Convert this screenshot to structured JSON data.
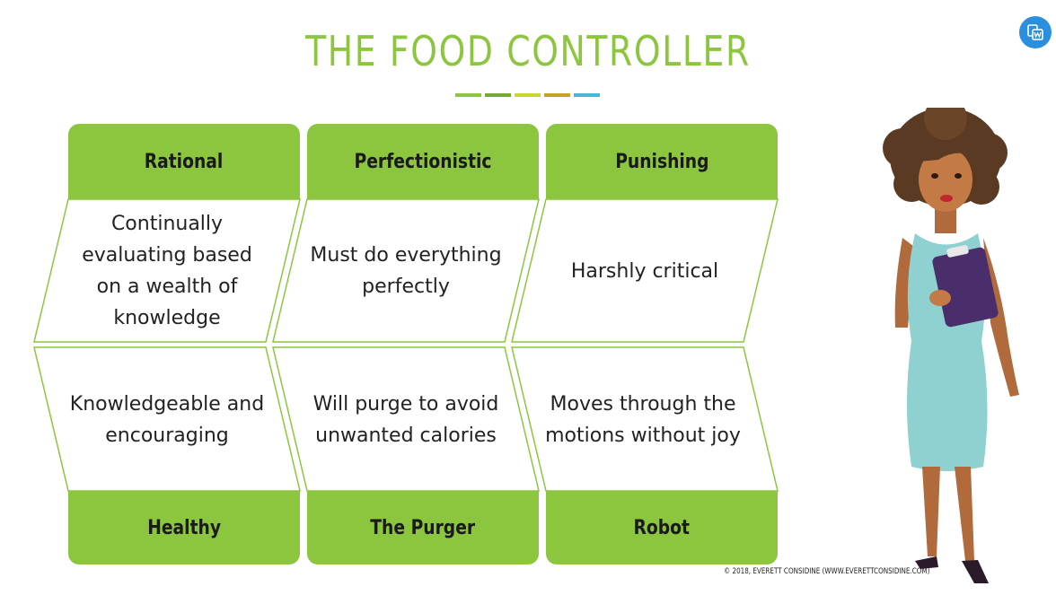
{
  "title": "THE FOOD CONTROLLER",
  "dash_colors": [
    "#8cc63f",
    "#77a83a",
    "#c9d92c",
    "#c7a325",
    "#48b7d6"
  ],
  "columns": [
    {
      "header": "Rational",
      "top_text": "Continually evaluating based on a wealth of knowledge",
      "bottom_text": "Knowledgeable and encouraging",
      "footer": "Healthy"
    },
    {
      "header": "Perfectionistic",
      "top_text": "Must do everything perfectly",
      "bottom_text": "Will purge to avoid unwanted calories",
      "footer": "The Purger"
    },
    {
      "header": "Punishing",
      "top_text": "Harshly critical",
      "bottom_text": "Moves through the motions without joy",
      "footer": "Robot"
    }
  ],
  "copyright": "© 2018, EVERETT CONSIDINE (WWW.EVERETTCONSIDINE.COM)",
  "colors": {
    "accent": "#8cc63f",
    "outline": "#8cc63f",
    "button": "#2b8fe0"
  },
  "icons": {
    "corner": "convert-to-word-icon"
  }
}
